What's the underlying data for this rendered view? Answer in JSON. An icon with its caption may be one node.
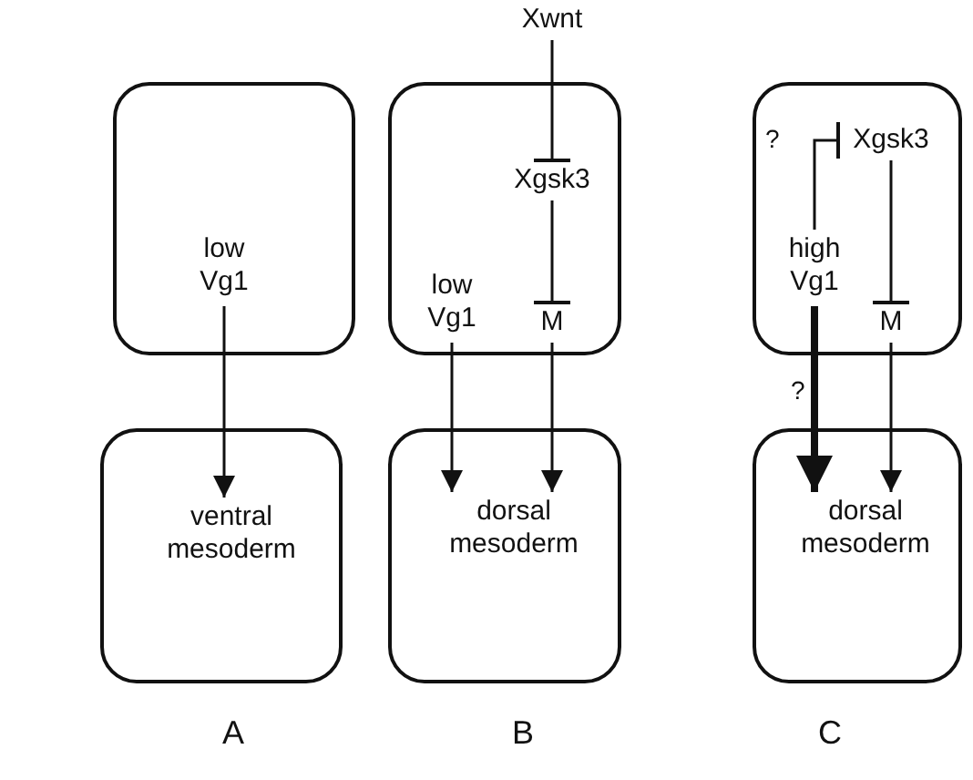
{
  "diagram": {
    "nodes": [
      {
        "text": [],
        "shape": "box"
      },
      {
        "text": [
          "low Vg1"
        ],
        "in": 0
      },
      {
        "text": [],
        "shape": "box"
      },
      {
        "text": [
          "ventral mesoderm"
        ],
        "in": 2
      },
      {
        "text": [
          "Xwnt"
        ]
      },
      {
        "text": [],
        "shape": "box"
      },
      {
        "text": [
          "Xgsk3"
        ],
        "in": 5
      },
      {
        "text": [
          "low Vg1"
        ],
        "in": 5
      },
      {
        "text": [
          "M"
        ],
        "in": 5
      },
      {
        "text": [],
        "shape": "box"
      },
      {
        "text": [
          "dorsal mesoderm"
        ],
        "in": 9
      },
      {
        "text": [],
        "shape": "box"
      },
      {
        "text": [
          "Xgsk3"
        ],
        "in": 11
      },
      {
        "text": [
          "high Vg1"
        ],
        "in": 11
      },
      {
        "text": [
          "M"
        ],
        "in": 11
      },
      {
        "text": [],
        "shape": "box"
      },
      {
        "text": [
          "dorsal mesoderm"
        ],
        "in": 15
      }
    ],
    "edges": [
      {
        "from": 1,
        "to": 3,
        "arrow": "to"
      },
      {
        "from": 4,
        "to": 6,
        "arrow": "other"
      },
      {
        "from": 6,
        "to": 8,
        "arrow": "other"
      },
      {
        "from": 7,
        "to": 10,
        "arrow": "to"
      },
      {
        "from": 8,
        "to": 10,
        "arrow": "to"
      },
      {
        "from": 13,
        "to": 12,
        "arrow": "other",
        "label": "?"
      },
      {
        "from": 12,
        "to": 14,
        "arrow": "other"
      },
      {
        "from": 13,
        "to": 16,
        "arrow": "to",
        "style": "thick",
        "label": "?"
      },
      {
        "from": 14,
        "to": 16,
        "arrow": "to"
      }
    ],
    "labels": [
      "A",
      "B",
      "C"
    ]
  }
}
